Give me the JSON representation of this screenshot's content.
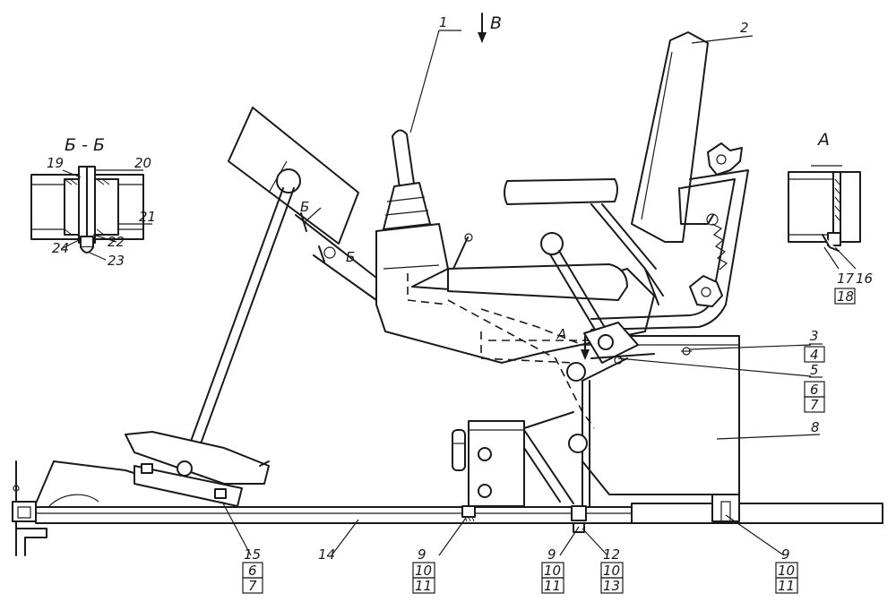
{
  "labels": {
    "l1": "1",
    "l2": "2",
    "l3": "3",
    "l4": "4",
    "l5": "5",
    "l6": "6",
    "l7": "7",
    "l8": "8",
    "l9a": "9",
    "l10a": "10",
    "l11a": "11",
    "l9b": "9",
    "l10b": "10",
    "l11b": "11",
    "l12": "12",
    "l10c": "10",
    "l13": "13",
    "l9c": "9",
    "l10d": "10",
    "l11c": "11",
    "l14": "14",
    "l15": "15",
    "l6b": "6",
    "l7b": "7",
    "l16": "16",
    "l17": "17",
    "l18": "18",
    "l19": "19",
    "l20": "20",
    "l21": "21",
    "l22": "22",
    "l23": "23",
    "l24": "24"
  },
  "views": {
    "section_bb": "Б - Б",
    "view_a": "A",
    "arrow_b": "B",
    "cut_b1": "Б",
    "cut_b2": "Б",
    "arrow_a": "A"
  }
}
